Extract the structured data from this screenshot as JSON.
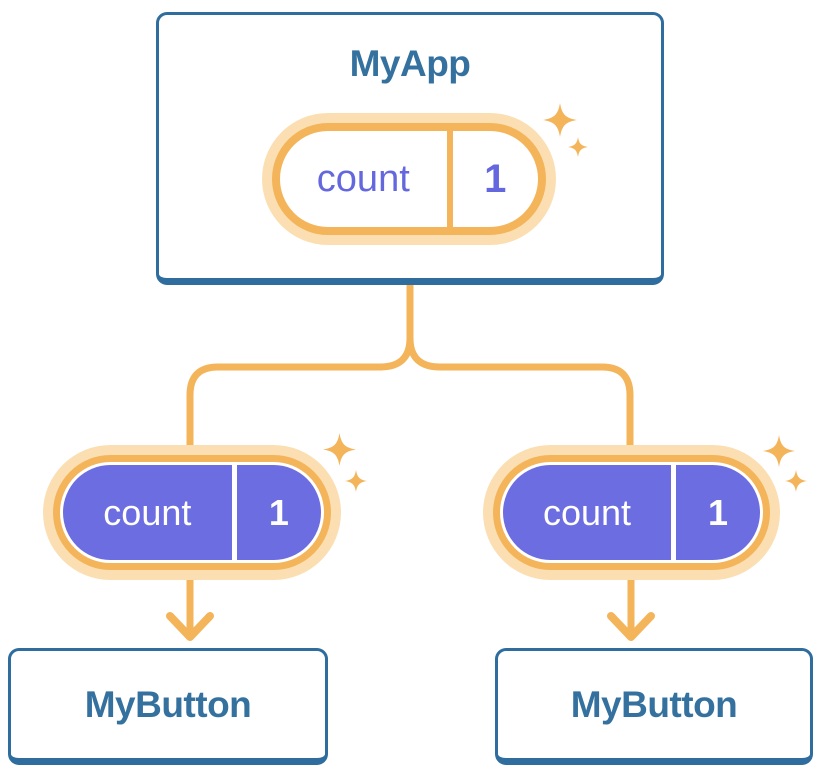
{
  "tree": {
    "root": {
      "title": "MyApp",
      "state": {
        "label": "count",
        "value": "1"
      }
    },
    "children": [
      {
        "title": "MyButton",
        "prop": {
          "label": "count",
          "value": "1"
        }
      },
      {
        "title": "MyButton",
        "prop": {
          "label": "count",
          "value": "1"
        }
      }
    ]
  },
  "colors": {
    "card_border": "#2E6D9D",
    "card_text": "#35719F",
    "connector": "#F4B45A",
    "connector_halo": "#FBDFB2",
    "state_fill": "#6B6DE0",
    "state_text": "#6467DD"
  }
}
